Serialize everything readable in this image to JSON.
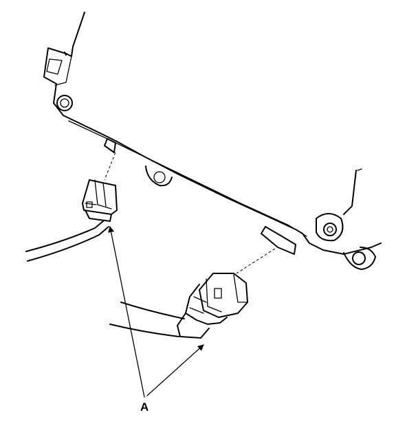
{
  "callout": {
    "label": "A"
  },
  "parts": {
    "housing": "housing-outline",
    "connector_left": "connector-left",
    "connector_right": "connector-right"
  }
}
